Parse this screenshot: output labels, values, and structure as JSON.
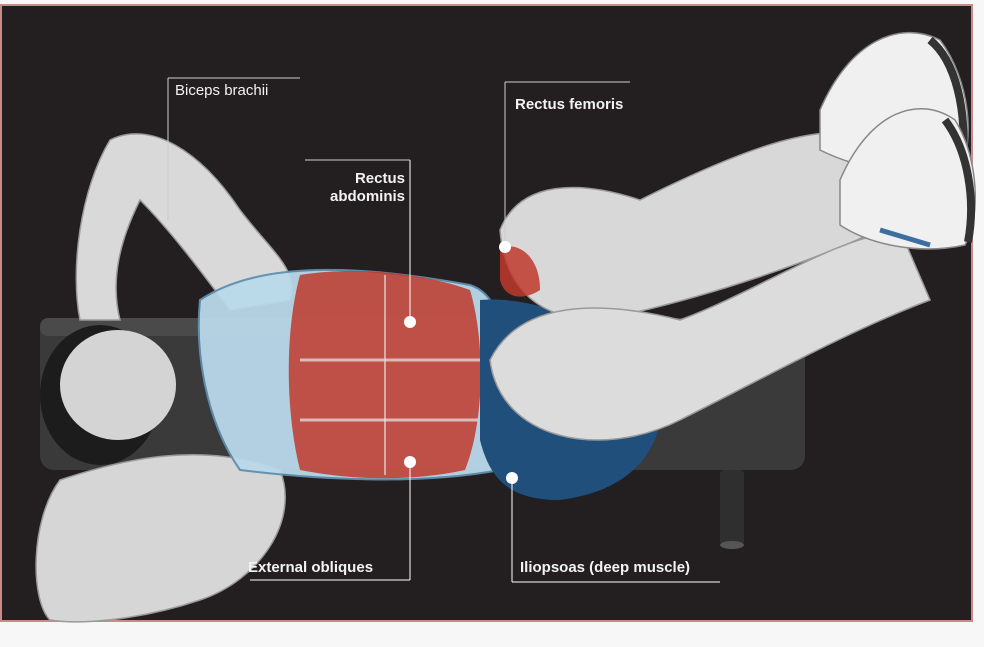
{
  "labels": {
    "biceps": "Biceps brachii",
    "rectus_femoris": "Rectus femoris",
    "rectus_abdominis": "Rectus\nabdominis",
    "external_obliques": "External obliques",
    "iliopsoas": "Iliopsoas (deep muscle)"
  },
  "colors": {
    "background": "#231f20",
    "frame": "#c98a8a",
    "muscle_highlight": "#c0392b",
    "shirt": "#b9d9ea",
    "shorts": "#1f4f7a",
    "skin": "#d8d8d8",
    "bench": "#3a3a3a"
  }
}
